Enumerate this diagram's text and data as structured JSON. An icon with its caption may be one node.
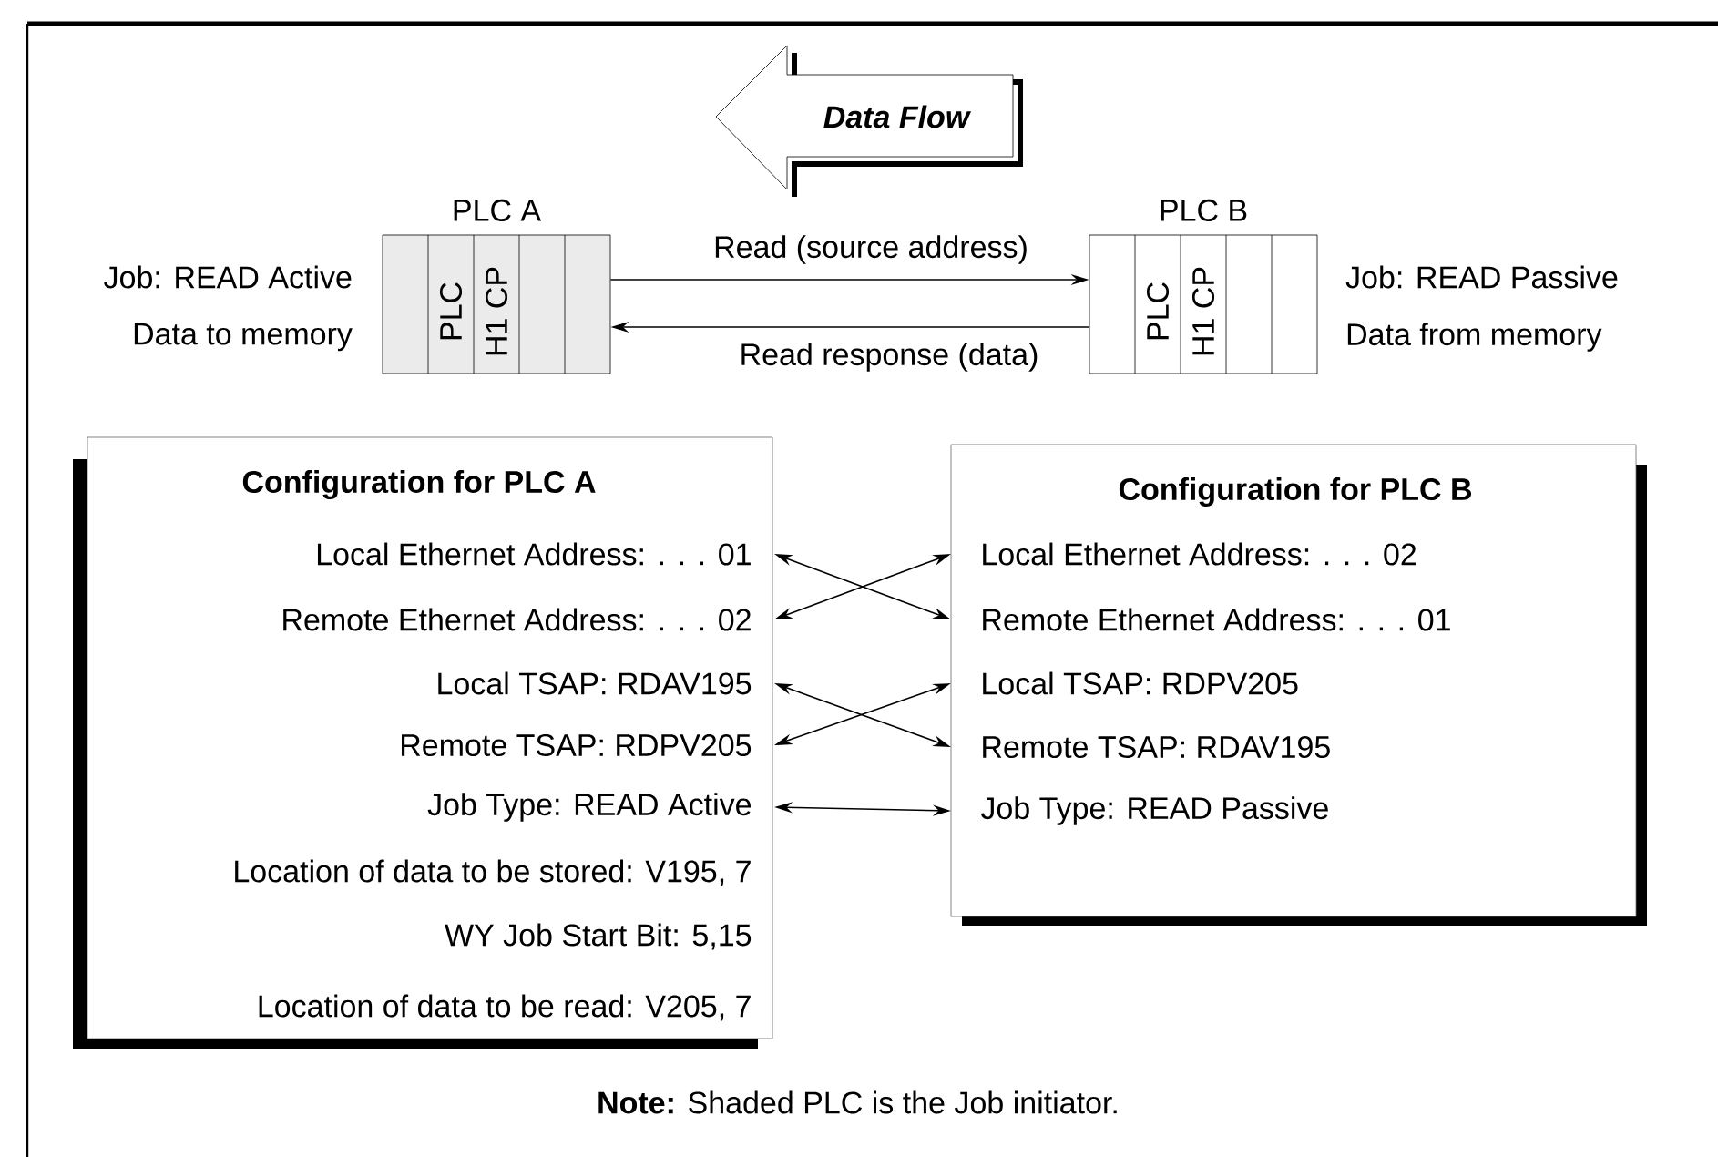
{
  "diagram": {
    "nodes": [
      {
        "text": [
          "PLC A",
          "PLC",
          "H1 CP"
        ],
        "beside": [
          "Job: READ Active",
          "Data to memory"
        ]
      },
      {
        "text": [
          "PLC B",
          "PLC",
          "H1 CP"
        ],
        "beside": [
          "Job: READ Passive",
          "Data from memory"
        ]
      },
      {
        "text": [
          "Data Flow"
        ]
      },
      {
        "text": [
          "Configuration for PLC A"
        ]
      },
      {
        "text": [
          "Local Ethernet Address: . . . 01"
        ],
        "in": 3
      },
      {
        "text": [
          "Remote Ethernet Address: . . . 02"
        ],
        "in": 3
      },
      {
        "text": [
          "Local TSAP: RDAV195"
        ],
        "in": 3
      },
      {
        "text": [
          "Remote TSAP: RDPV205"
        ],
        "in": 3
      },
      {
        "text": [
          "Job Type: READ Active"
        ],
        "in": 3
      },
      {
        "text": [
          "Location of data to be stored: V195, 7"
        ],
        "in": 3
      },
      {
        "text": [
          "WY Job Start Bit: 5,15"
        ],
        "in": 3
      },
      {
        "text": [
          "Location of data to be read: V205, 7"
        ],
        "in": 3
      },
      {
        "text": [
          "Configuration for PLC B"
        ]
      },
      {
        "text": [
          "Local Ethernet Address: . . . 02"
        ],
        "in": 12
      },
      {
        "text": [
          "Remote Ethernet Address: . . . 01"
        ],
        "in": 12
      },
      {
        "text": [
          "Local TSAP: RDPV205"
        ],
        "in": 12
      },
      {
        "text": [
          "Remote TSAP: RDAV195"
        ],
        "in": 12
      },
      {
        "text": [
          "Job Type: READ Passive"
        ],
        "in": 12
      }
    ],
    "edges": [
      {
        "from": 0,
        "to": 1,
        "arrow": "to",
        "label": "Read (source address)"
      },
      {
        "from": 1,
        "to": 0,
        "arrow": "to",
        "label": "Read response (data)"
      },
      {
        "from": 4,
        "to": 14,
        "arrow": "both"
      },
      {
        "from": 5,
        "to": 13,
        "arrow": "both"
      },
      {
        "from": 6,
        "to": 16,
        "arrow": "both"
      },
      {
        "from": 7,
        "to": 15,
        "arrow": "both"
      },
      {
        "from": 8,
        "to": 17,
        "arrow": "both"
      }
    ],
    "labels": [
      "**Note:** Shaded PLC is the Job initiator."
    ]
  }
}
